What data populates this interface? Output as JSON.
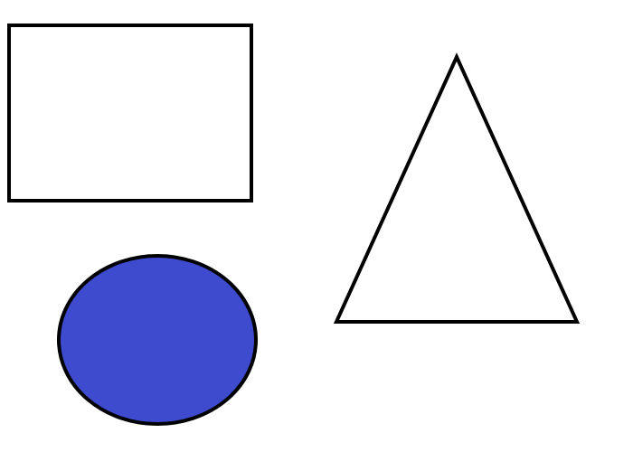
{
  "background_color": "#ffffff",
  "shapes": [
    {
      "kind": "rectangle",
      "name": "rectangle-outline",
      "fill": "none",
      "stroke": "#000000"
    },
    {
      "kind": "triangle",
      "name": "triangle-outline",
      "fill": "none",
      "stroke": "#000000"
    },
    {
      "kind": "ellipse",
      "name": "blue-ellipse",
      "fill": "#3f4bcf",
      "stroke": "#000000"
    }
  ]
}
